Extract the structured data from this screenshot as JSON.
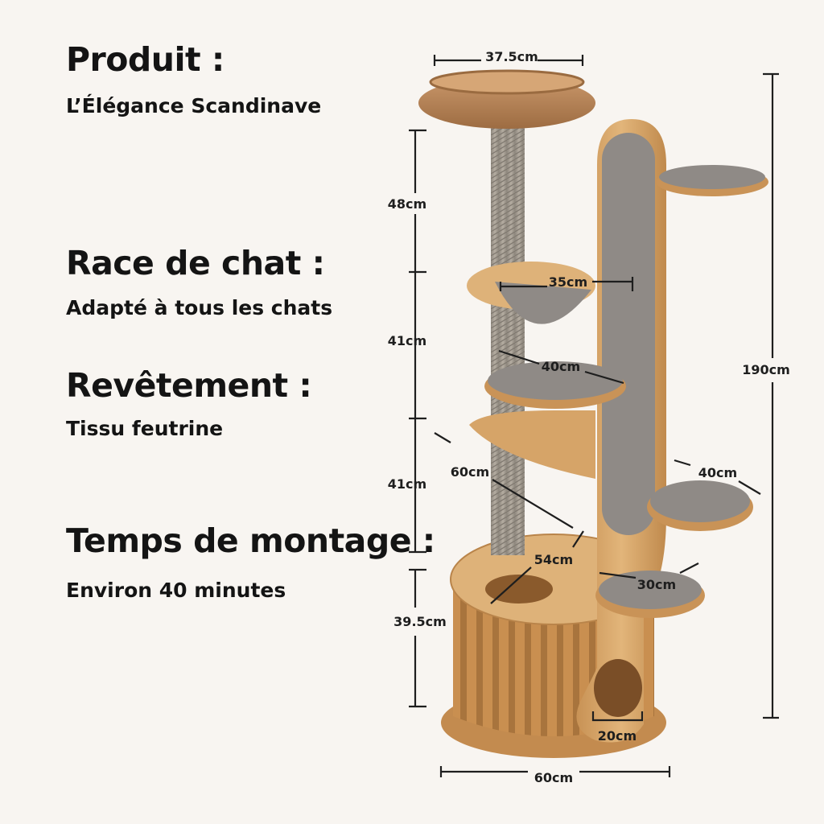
{
  "specs": [
    {
      "label": "Produit :",
      "value": "L’Élégance Scandinave"
    },
    {
      "label": "Race de chat :",
      "value": "Adapté à tous les chats"
    },
    {
      "label": "Revêtement :",
      "value": "Tissu feutrine"
    },
    {
      "label": "Temps de montage :",
      "value": "Environ 40 minutes"
    }
  ],
  "dimensions": {
    "basket_width": "37.5cm",
    "height_1": "48cm",
    "height_2": "41cm",
    "height_3": "41cm",
    "base_height": "39.5cm",
    "total_height": "190cm",
    "hammock_width": "35cm",
    "platform_40_upper": "40cm",
    "platform_40_lower": "40cm",
    "platform_60": "60cm",
    "base_top_54": "54cm",
    "platform_30": "30cm",
    "hole_20": "20cm",
    "base_width": "60cm"
  },
  "colors": {
    "background": "#f8f5f1",
    "wood": "#d9a86a",
    "wood_dark": "#b9844a",
    "felt": "#8f8a86",
    "rope": "#a39c92",
    "rattan": "#b9875a",
    "text": "#141414"
  }
}
